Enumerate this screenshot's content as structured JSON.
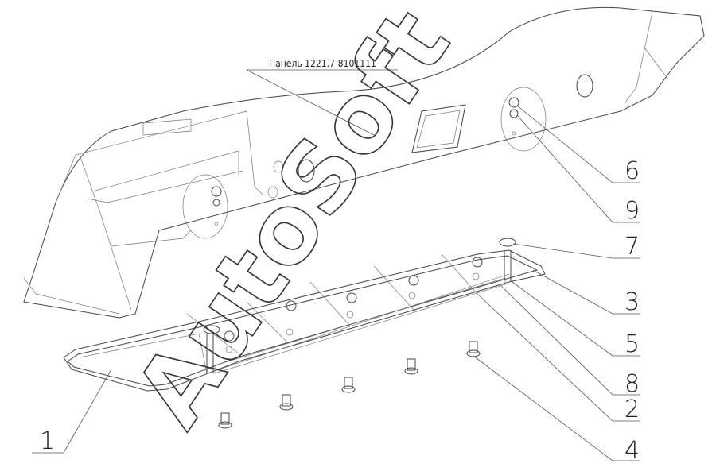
{
  "drawing": {
    "panel_label": "Панель 1221.7-8101111",
    "watermark": "AutoSoft",
    "callouts": [
      "1",
      "2",
      "3",
      "4",
      "5",
      "6",
      "7",
      "8",
      "9"
    ]
  }
}
